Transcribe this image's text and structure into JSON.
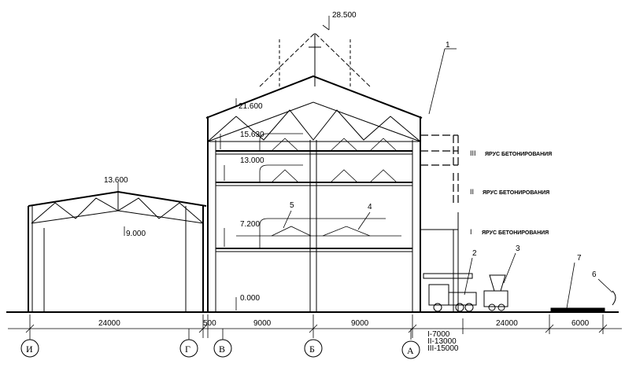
{
  "elevations": {
    "top": "28.500",
    "truss_bottom": "21.600",
    "tier3": "15.630",
    "tier2": "13.000",
    "tier1": "7.200",
    "ground": "0.000",
    "hall_top": "13.600",
    "hall_crane": "9.000"
  },
  "callouts": [
    "1",
    "2",
    "3",
    "4",
    "5",
    "6",
    "7"
  ],
  "tiers": [
    {
      "roman": "III",
      "label": "ЯРУС БЕТОНИРОВАНИЯ"
    },
    {
      "roman": "II",
      "label": "ЯРУС БЕТОНИРОВАНИЯ"
    },
    {
      "roman": "I",
      "label": "ЯРУС БЕТОНИРОВАНИЯ"
    }
  ],
  "dimensions": [
    "24000",
    "500",
    "9000",
    "9000",
    "24000",
    "6000"
  ],
  "axes": [
    "И",
    "Г",
    "В",
    "Б",
    "А"
  ],
  "tier_heights": [
    "I-7000",
    "II-13000",
    "III-15000"
  ]
}
